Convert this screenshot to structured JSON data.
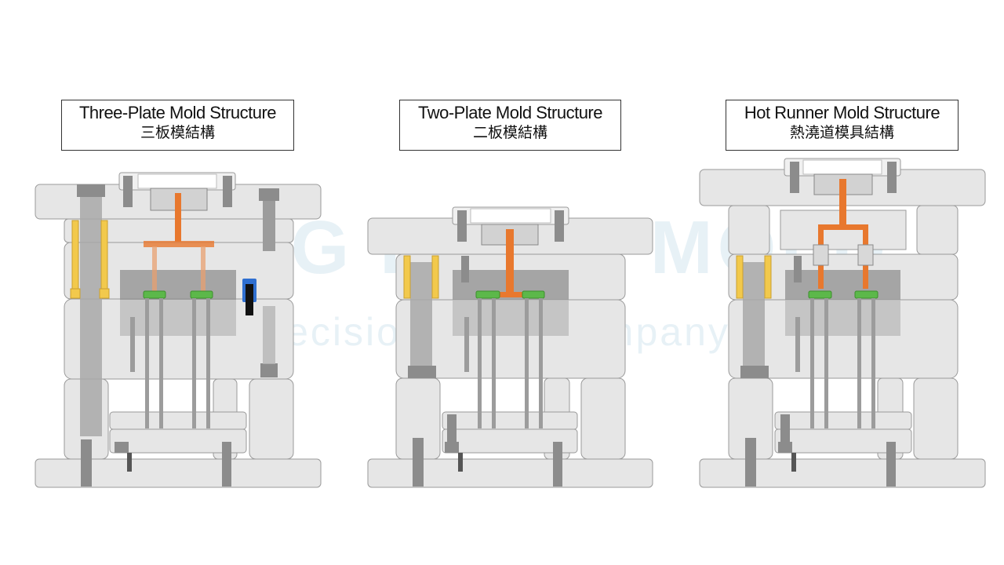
{
  "watermark": {
    "brand": "HANG DONG MOLD",
    "tagline": "Precision Mold Company"
  },
  "panels": [
    {
      "title_en": "Three-Plate Mold Structure",
      "title_zh": "三板模結構"
    },
    {
      "title_en": "Two-Plate Mold Structure",
      "title_zh": "二板模結構"
    },
    {
      "title_en": "Hot Runner Mold Structure",
      "title_zh": "熱澆道模具結構"
    }
  ],
  "colors": {
    "plate_fill": "#e6e6e6",
    "plate_stroke": "#9a9a9a",
    "steel": "#9c9c9c",
    "dark_steel": "#7d7d7d",
    "cavity": "#8f8f8f",
    "melt": "#e8782e",
    "guide_bushing": "#f2c94c",
    "gate_ring": "#5cb84a",
    "lock_blue": "#2f6fd0",
    "watermark": "#cfe3ee"
  }
}
